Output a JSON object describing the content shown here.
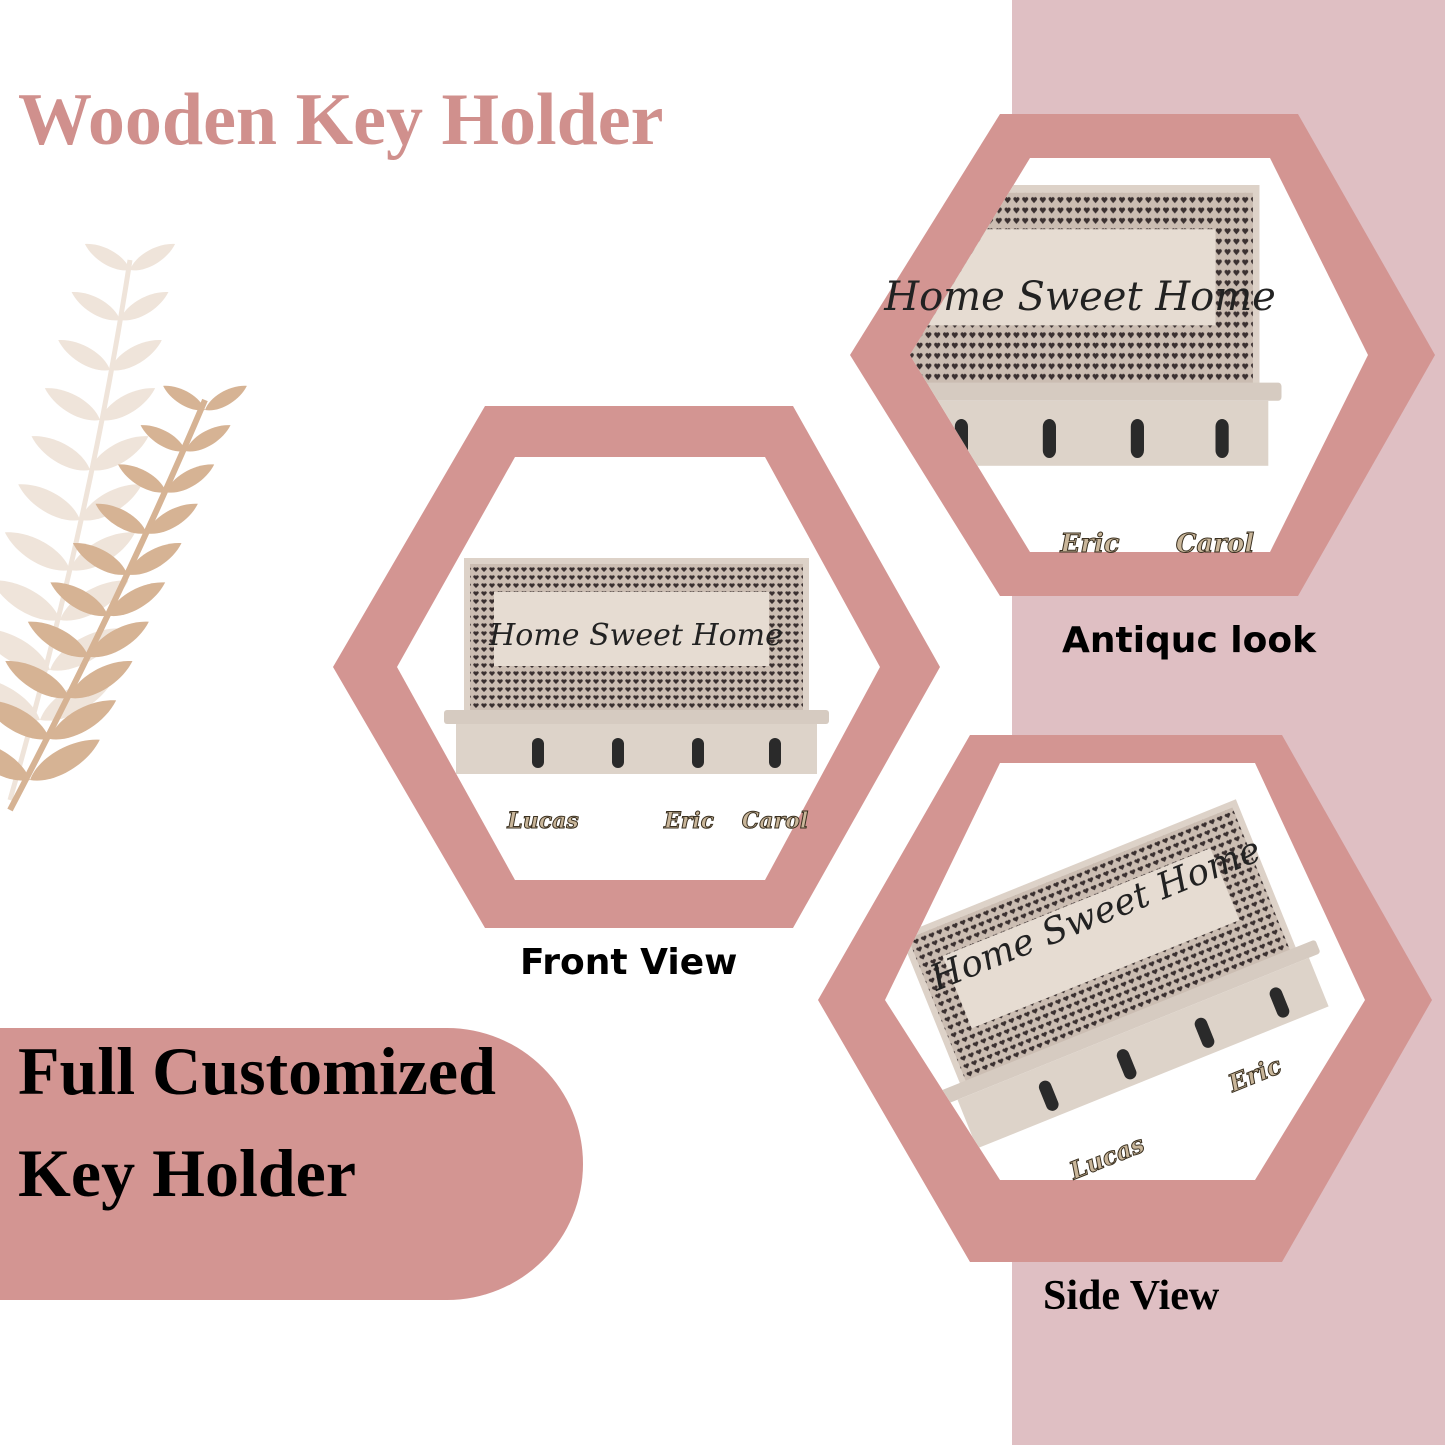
{
  "colors": {
    "accent_pink": "#d39592",
    "panel_pink": "#dfbfc3",
    "title_pink": "#d0908d",
    "leaf_beige": "#d6b394",
    "leaf_light": "#efe4da"
  },
  "title": "Wooden Key Holder",
  "promo": {
    "line1": "Full Customized",
    "line2": "Key Holder"
  },
  "views": [
    {
      "caption": "Front View",
      "sign_text": "Home Sweet Home",
      "tags": [
        "Lucas",
        "Eric",
        "Carol"
      ]
    },
    {
      "caption": "Antiquc look",
      "sign_text": "Home Sweet Home",
      "tags": [
        "Eric",
        "Carol"
      ]
    },
    {
      "caption": "Side View",
      "sign_text": "Home Sweet Home",
      "tags": [
        "Lucas",
        "Eric"
      ]
    }
  ],
  "decor": {
    "icon": "fern-leaf-icon"
  }
}
